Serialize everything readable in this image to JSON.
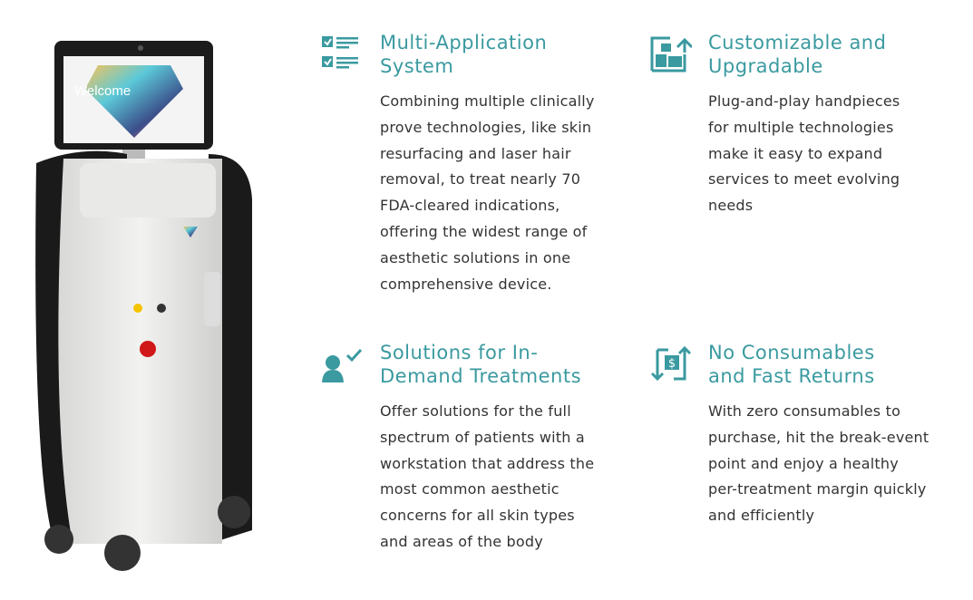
{
  "accent_color": "#3a9aa0",
  "device": {
    "screen_text": "Welcome"
  },
  "features": [
    {
      "icon": "checklist-icon",
      "title": [
        "Multi-Application",
        "System"
      ],
      "body": [
        "Combining multiple clinically",
        "prove technologies, like skin",
        "resurfacing and laser hair",
        "removal, to treat nearly 70",
        "FDA-cleared indications,",
        "offering the widest range of",
        "aesthetic solutions in one",
        "comprehensive device."
      ]
    },
    {
      "icon": "upgrade-blocks-icon",
      "title": [
        "Customizable and",
        "Upgradable"
      ],
      "body": [
        "Plug-and-play handpieces",
        "for multiple technologies",
        "make it easy to expand",
        "services to meet evolving",
        "needs"
      ]
    },
    {
      "icon": "user-check-icon",
      "title": [
        "Solutions for In-",
        "Demand Treatments"
      ],
      "body": [
        "Offer solutions for the full",
        "spectrum of patients with a",
        "workstation that address the",
        "most common aesthetic",
        "concerns for all skin types",
        "and areas of the body"
      ]
    },
    {
      "icon": "money-exchange-icon",
      "title": [
        "No Consumables",
        "and Fast Returns"
      ],
      "body": [
        "With zero consumables to",
        "purchase, hit the break-event",
        "point and enjoy a healthy",
        "per-treatment margin quickly",
        "and efficiently"
      ]
    }
  ]
}
